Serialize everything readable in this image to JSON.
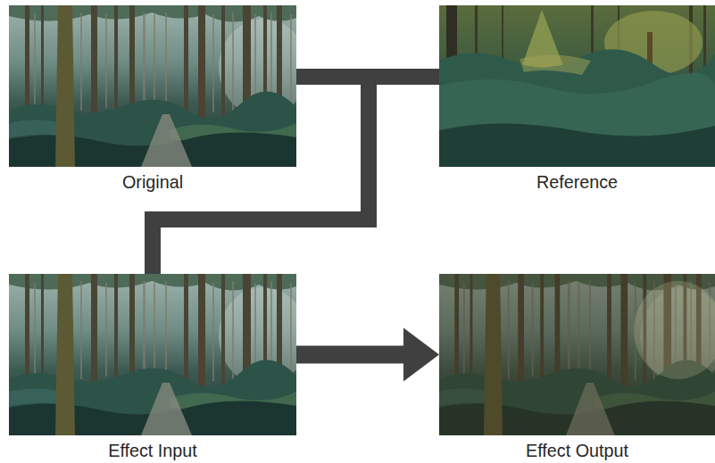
{
  "diagram": {
    "nodes": [
      {
        "text": [
          "Original"
        ]
      },
      {
        "text": [
          "Reference"
        ]
      },
      {
        "text": [
          "Effect Input"
        ]
      },
      {
        "text": [
          "Effect Output"
        ]
      }
    ],
    "edges": [
      {
        "from": 0,
        "to": 2,
        "arrow": "none"
      },
      {
        "from": 1,
        "to": 2,
        "arrow": "none"
      },
      {
        "from": 2,
        "to": 3,
        "arrow": "to"
      }
    ]
  }
}
